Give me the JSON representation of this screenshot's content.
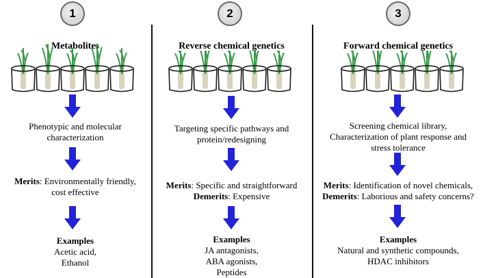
{
  "columns": [
    {
      "number": "1",
      "title": "Metabolites",
      "step": [
        "Phenotypic and molecular",
        "characterization"
      ],
      "merits_label": "Merits",
      "merits": ": Environmentally friendly,",
      "merits_line2": "cost effective",
      "examples_label": "Examples",
      "examples": [
        "Acetic acid,",
        "Ethanol"
      ]
    },
    {
      "number": "2",
      "title": "Reverse chemical genetics",
      "step": [
        "Targeting specific pathways and",
        "protein/redesigning"
      ],
      "merits_label": "Merits",
      "merits": ": Specific and straightforward",
      "demerits_label": "Demerits",
      "demerits": ": Expensive",
      "examples_label": "Examples",
      "examples": [
        "JA antagonists,",
        "ABA agonists,",
        "Peptides"
      ]
    },
    {
      "number": "3",
      "title": "Forward chemical genetics",
      "step": [
        "Screening chemical library,",
        "Characterization of plant response and",
        "stress tolerance"
      ],
      "merits_label": "Merits",
      "merits": ": Identification of novel chemicals,",
      "demerits_label": "Demerits",
      "demerits": ": Laborious and safety concerns?",
      "examples_label": "Examples",
      "examples": [
        "Natural and synthetic compounds,",
        "HDAC inhibitors"
      ]
    }
  ],
  "colors": {
    "arrow": "#2323d9",
    "pot_stroke": "#1a1a1a",
    "leaf": "#3a9a4a",
    "root": "#d9d3bd"
  }
}
